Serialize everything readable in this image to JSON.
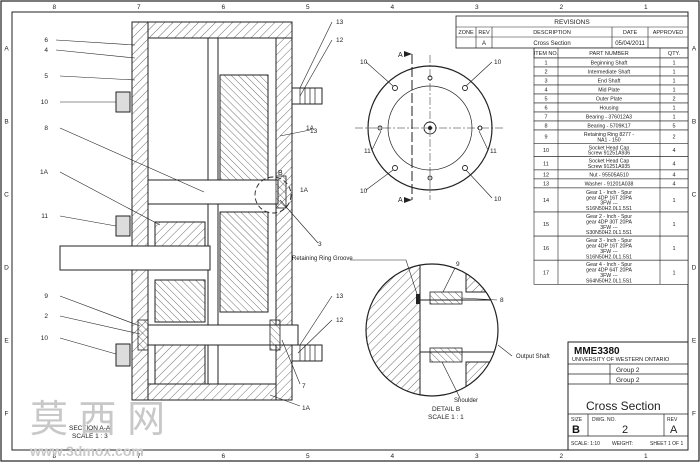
{
  "drawing": {
    "zone_letters": [
      "A",
      "B",
      "C",
      "D",
      "E",
      "F"
    ],
    "zone_numbers": [
      "8",
      "7",
      "6",
      "5",
      "4",
      "3",
      "2",
      "1"
    ],
    "section_view": {
      "label_line1": "SECTION A-A",
      "label_line2": "SCALE 1 : 3",
      "balloons": {
        "left": [
          "6",
          "4",
          "5",
          "10",
          "8",
          "1A",
          "11",
          "9",
          "2",
          "10"
        ],
        "mid": [
          "3",
          "13",
          "1A"
        ],
        "right": [
          "13",
          "12",
          "1A",
          "13",
          "12",
          "7",
          "1A"
        ]
      }
    },
    "front_view": {
      "section_marker": "A",
      "balloons": [
        "10",
        "10",
        "11",
        "11",
        "10",
        "10"
      ]
    },
    "detail_view": {
      "label_line1": "DETAIL B",
      "label_line2": "SCALE 1 : 1",
      "retaining_ring_label": "Retaining Ring Groove",
      "output_shaft_label": "Output Shaft",
      "shoulder_label": "Shoulder",
      "balloons": [
        "9",
        "8"
      ]
    },
    "detail_marker": "B"
  },
  "revisions": {
    "title": "REVISIONS",
    "headers": [
      "ZONE",
      "REV",
      "DESCRIPTION",
      "DATE",
      "APPROVED"
    ],
    "rows": [
      [
        "",
        "A",
        "Cross Section",
        "05/04/2011",
        ""
      ]
    ]
  },
  "bom": {
    "headers": [
      "ITEM NO.",
      "PART NUMBER",
      "QTY."
    ],
    "rows": [
      {
        "item": "1",
        "part": [
          "Beginning Shaft"
        ],
        "qty": "1"
      },
      {
        "item": "2",
        "part": [
          "Intermediate Shaft"
        ],
        "qty": "1"
      },
      {
        "item": "3",
        "part": [
          "End Shaft"
        ],
        "qty": "1"
      },
      {
        "item": "4",
        "part": [
          "Mid Plate"
        ],
        "qty": "1"
      },
      {
        "item": "5",
        "part": [
          "Outer Plate"
        ],
        "qty": "2"
      },
      {
        "item": "6",
        "part": [
          "Housing"
        ],
        "qty": "1"
      },
      {
        "item": "7",
        "part": [
          "Bearing - 376012A3"
        ],
        "qty": "1"
      },
      {
        "item": "8",
        "part": [
          "Bearing - 5709K17"
        ],
        "qty": "5"
      },
      {
        "item": "9",
        "part": [
          "Retaining Ring 8277 -",
          "NA1 - 150"
        ],
        "qty": "2"
      },
      {
        "item": "10",
        "part": [
          "Socket Head Cap",
          "Screw 91251A936"
        ],
        "qty": "4"
      },
      {
        "item": "11",
        "part": [
          "Socket Head Cap",
          "Screw 91251A935"
        ],
        "qty": "4"
      },
      {
        "item": "12",
        "part": [
          "Nut - 95505A510"
        ],
        "qty": "4"
      },
      {
        "item": "13",
        "part": [
          "Washer - 91201A038"
        ],
        "qty": "4"
      },
      {
        "item": "14",
        "part": [
          "Gear 1 - Inch - Spur",
          "gear 4DP 16T 20PA",
          "3FW ---",
          "S16N50H2.0L1.5S1"
        ],
        "qty": "1"
      },
      {
        "item": "15",
        "part": [
          "Gear 2 - Inch - Spur",
          "gear 4DP 30T 20PA",
          "3FW ---",
          "S30N50H2.0L1.5S1"
        ],
        "qty": "1"
      },
      {
        "item": "16",
        "part": [
          "Gear 3 - Inch - Spur",
          "gear 4DP 16T 20PA",
          "3FW ---",
          "S16N50H2.0L1.5S1"
        ],
        "qty": "1"
      },
      {
        "item": "17",
        "part": [
          "Gear 4 - Inch - Spur",
          "gear 4DP 64T 20PA",
          "3FW ---",
          "S64N50H2.0L1.5S1"
        ],
        "qty": "1"
      }
    ]
  },
  "title_block": {
    "course": "MME3380",
    "university": "UNIVERSITY OF WESTERN ONTARIO",
    "row1": "Group 2",
    "row2": "Group 2",
    "title": "Cross Section",
    "size_label": "SIZE",
    "dwg_label": "DWG. NO.",
    "rev_label": "REV",
    "size": "B",
    "dwg_no": "2",
    "rev": "A",
    "scale_label": "SCALE: 1:10",
    "weight_label": "WEIGHT:",
    "sheet_label": "SHEET 1 OF 1"
  },
  "watermark": {
    "chars": "莫 西 网",
    "url": "www.3dmox.com"
  }
}
